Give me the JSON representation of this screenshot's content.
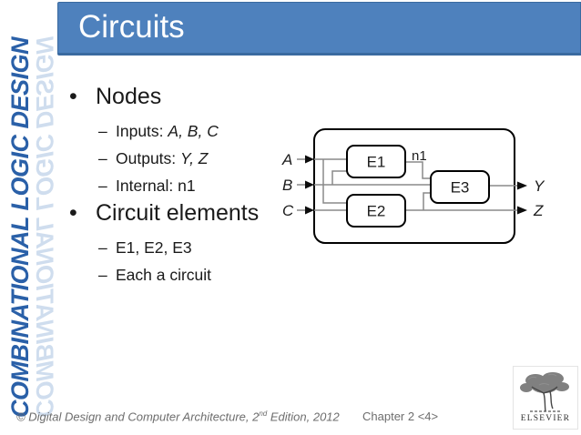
{
  "colors": {
    "title_bar_bg": "#4e81bd",
    "title_bar_border": "#3a6aa0",
    "sidebar_text_blue": "#2a60a8",
    "sidebar_ghost_blue": "#a9c3e1",
    "wire_gray": "#8a8a8a",
    "text_black": "#1a1a1a",
    "footer_gray": "#6d6d6d"
  },
  "sidebar": {
    "vertical_text": "COMBINATIONAL LOGIC DESIGN"
  },
  "header": {
    "title": "Circuits"
  },
  "content": {
    "bullet_char": "•",
    "dash_char": "–",
    "bullets": [
      {
        "label": "Nodes",
        "subs": [
          {
            "pre": "Inputs: ",
            "em": "A, B, C",
            "post": ""
          },
          {
            "pre": "Outputs: ",
            "em": "Y, Z",
            "post": ""
          },
          {
            "pre": "Internal: n1",
            "em": "",
            "post": ""
          }
        ]
      },
      {
        "label": "Circuit elements",
        "subs": [
          {
            "pre": "E1, E2, E3",
            "em": "",
            "post": ""
          },
          {
            "pre": "Each a circuit",
            "em": "",
            "post": ""
          }
        ]
      }
    ]
  },
  "diagram": {
    "inputs": [
      "A",
      "B",
      "C"
    ],
    "outputs": [
      "Y",
      "Z"
    ],
    "internal_node": "n1",
    "elements": [
      "E1",
      "E2",
      "E3"
    ]
  },
  "footer": {
    "copyright_symbol": "© ",
    "book_title": "Digital Design and Computer Architecture",
    "edition_pre": ", 2",
    "edition_sup": "nd",
    "edition_post": " Edition, 2012",
    "chapter": "Chapter 2 <4>"
  },
  "logo": {
    "publisher": "ELSEVIER"
  }
}
